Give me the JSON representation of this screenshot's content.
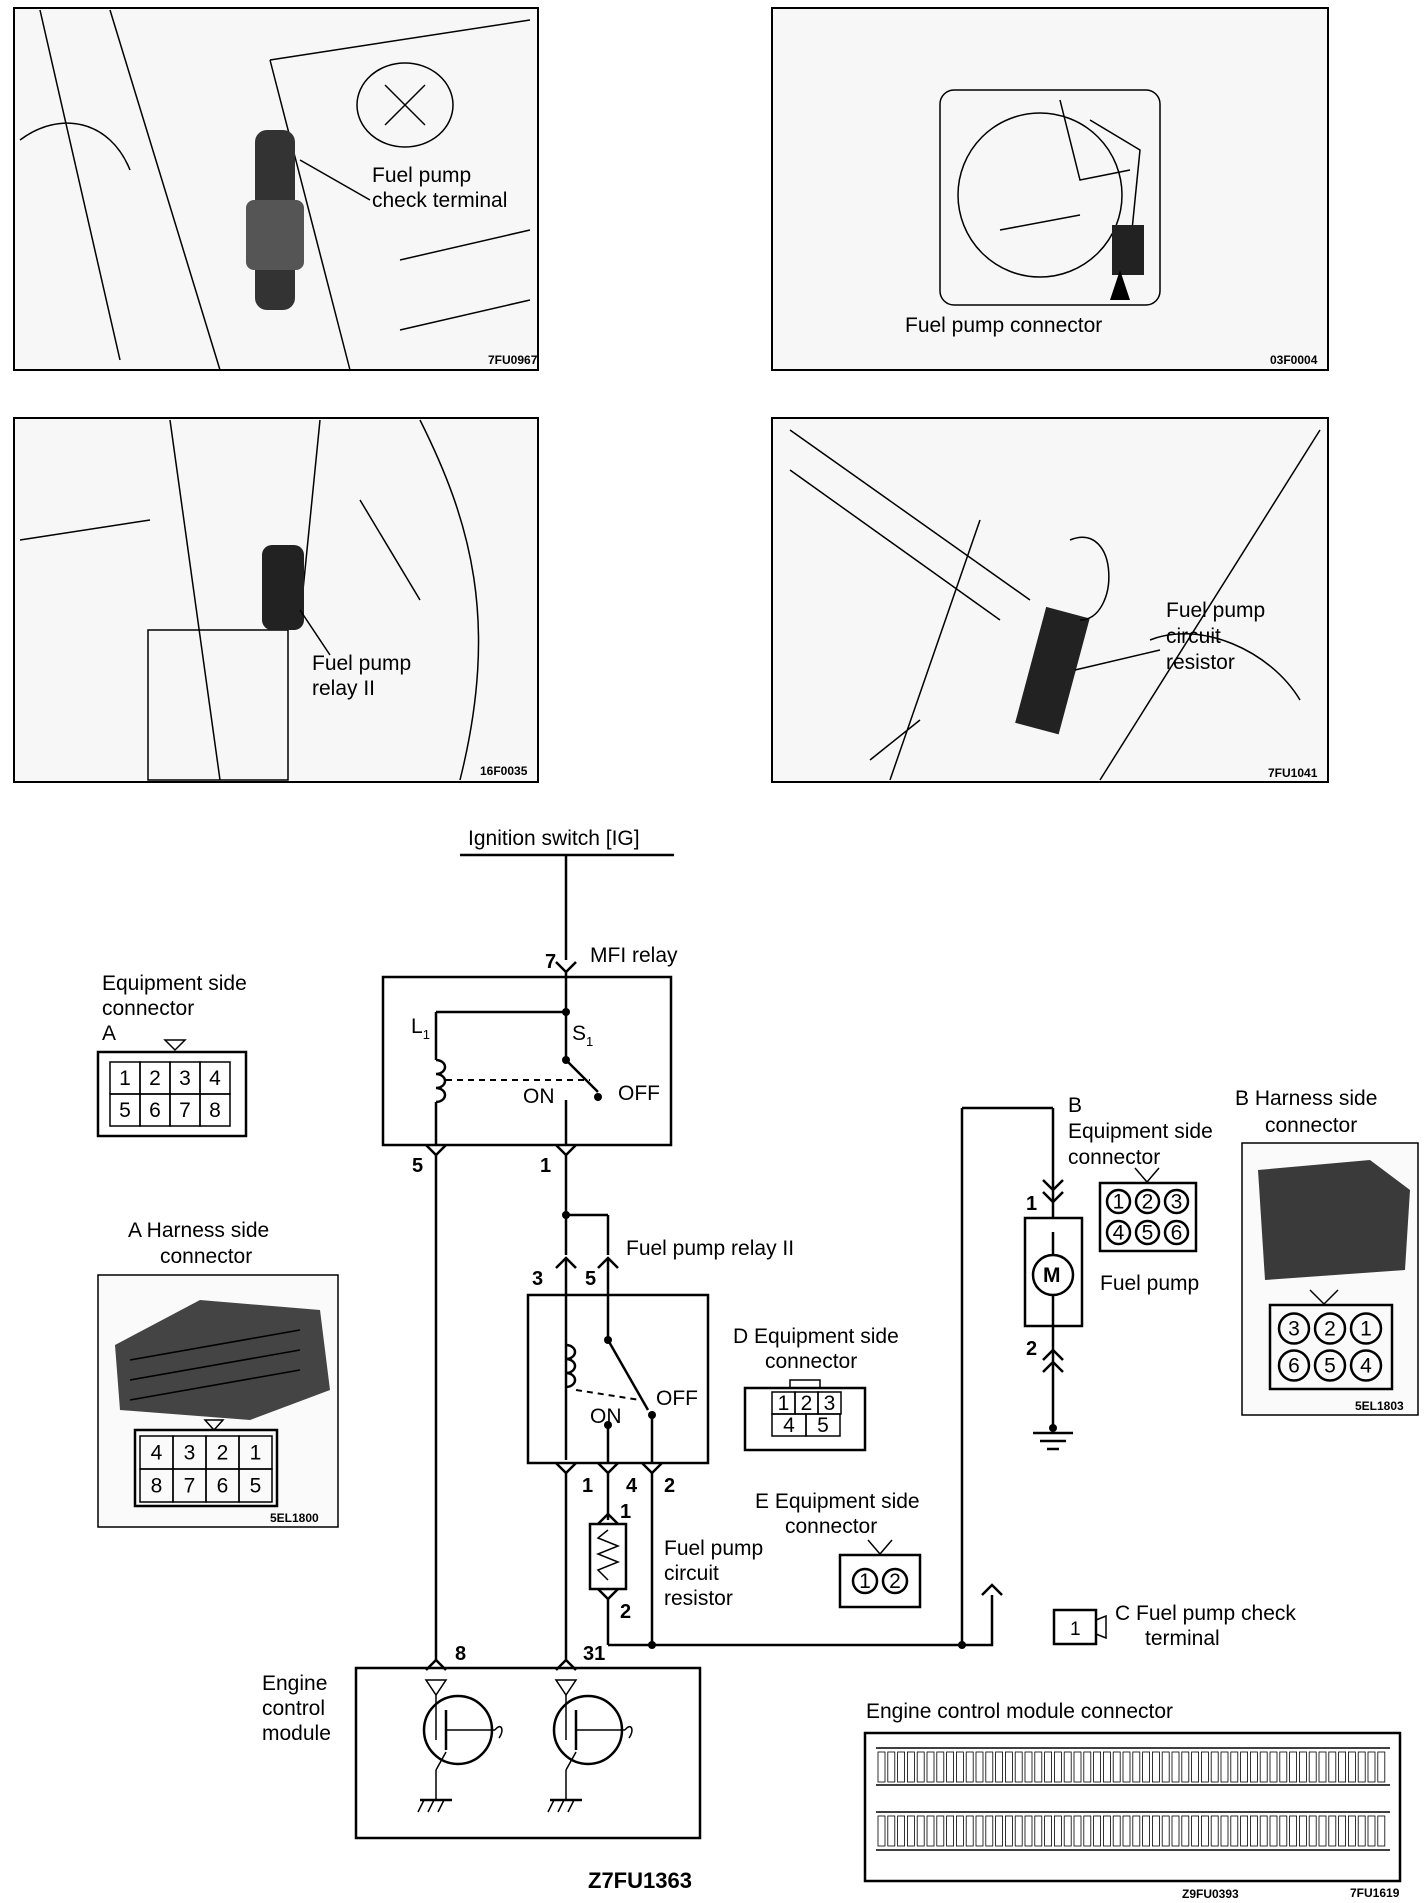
{
  "photos": {
    "p1": {
      "label_lines": [
        "Fuel pump",
        "check terminal"
      ],
      "code": "7FU0967"
    },
    "p2": {
      "label_lines": [
        "Fuel pump connector"
      ],
      "code": "03F0004"
    },
    "p3": {
      "label_lines": [
        "Fuel  pump",
        "relay II"
      ],
      "code": "16F0035"
    },
    "p4": {
      "label_lines": [
        "Fuel pump",
        "circuit",
        "resistor"
      ],
      "code": "7FU1041"
    }
  },
  "circuit": {
    "ignition": "Ignition switch [IG]",
    "mfi_relay": "MFI relay",
    "pins": {
      "mfi_in": "7",
      "mfi_coil_out": "5",
      "mfi_sw_out": "1",
      "fp_a": "3",
      "fp_b": "5",
      "fp_o1": "1",
      "fp_o4": "4",
      "fp_o2": "2",
      "res_top": "1",
      "res_bot": "2",
      "ecm_a": "8",
      "ecm_b": "31",
      "pump_top": "1",
      "pump_bot": "2"
    },
    "coil_label": "L",
    "coil_sub": "1",
    "switch_label": "S",
    "switch_sub": "1",
    "on": "ON",
    "off": "OFF",
    "fp_relay": "Fuel pump relay II",
    "resistor_lines": [
      "Fuel pump",
      "circuit",
      "resistor"
    ],
    "ecm_lines": [
      "Engine",
      "control",
      "module"
    ],
    "motor": "M",
    "fuel_pump": "Fuel pump",
    "code": "Z7FU1363"
  },
  "connectors": {
    "a_equip": {
      "lines": [
        "Equipment  side",
        "connector"
      ],
      "letter": "A",
      "top": [
        "1",
        "2",
        "3",
        "4"
      ],
      "bottom": [
        "5",
        "6",
        "7",
        "8"
      ]
    },
    "a_harness": {
      "lines": [
        "A  Harness side",
        "connector"
      ],
      "top": [
        "4",
        "3",
        "2",
        "1"
      ],
      "bottom": [
        "8",
        "7",
        "6",
        "5"
      ],
      "code": "5EL1800"
    },
    "b_equip": {
      "letter": "B",
      "lines": [
        "Equipment side",
        "connector"
      ],
      "top": [
        "1",
        "2",
        "3"
      ],
      "bottom": [
        "4",
        "5",
        "6"
      ]
    },
    "b_harness": {
      "lines": [
        "B  Harness side",
        "connector"
      ],
      "top": [
        "3",
        "2",
        "1"
      ],
      "bottom": [
        "6",
        "5",
        "4"
      ],
      "code": "5EL1803"
    },
    "d_equip": {
      "lines": [
        "D  Equipment side",
        "connector"
      ],
      "top": [
        "1",
        "2",
        "3"
      ],
      "bottom": [
        "4",
        "5"
      ]
    },
    "e_equip": {
      "lines": [
        "E  Equipment side",
        "connector"
      ],
      "pins": [
        "1",
        "2"
      ]
    },
    "c_terminal": {
      "lines": [
        "C  Fuel pump check",
        "terminal"
      ],
      "pin": "1"
    },
    "ecm_conn": {
      "label": "Engine control module connector",
      "code": "Z9FU0393"
    }
  },
  "page_code": "7FU1619"
}
